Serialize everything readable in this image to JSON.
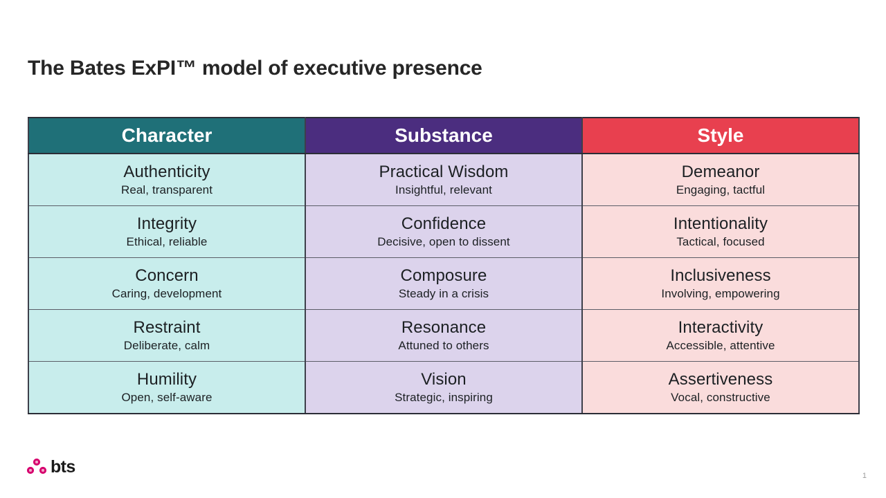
{
  "slide": {
    "title": "The Bates ExPI™ model of executive presence",
    "page_number": "1"
  },
  "table": {
    "columns": [
      {
        "key": "character",
        "header": "Character",
        "header_color": "#1F7078",
        "cell_color": "#C8EDEC"
      },
      {
        "key": "substance",
        "header": "Substance",
        "header_color": "#4B2D7F",
        "cell_color": "#DCD3EC"
      },
      {
        "key": "style",
        "header": "Style",
        "header_color": "#E8404F",
        "cell_color": "#FADCDC"
      }
    ],
    "rows": [
      {
        "character": {
          "term": "Authenticity",
          "desc": "Real, transparent"
        },
        "substance": {
          "term": "Practical Wisdom",
          "desc": "Insightful,  relevant"
        },
        "style": {
          "term": "Demeanor",
          "desc": "Engaging, tactful"
        }
      },
      {
        "character": {
          "term": "Integrity",
          "desc": "Ethical, reliable"
        },
        "substance": {
          "term": "Confidence",
          "desc": "Decisive, open to dissent"
        },
        "style": {
          "term": "Intentionality",
          "desc": "Tactical, focused"
        }
      },
      {
        "character": {
          "term": "Concern",
          "desc": "Caring, development"
        },
        "substance": {
          "term": "Composure",
          "desc": "Steady  in a crisis"
        },
        "style": {
          "term": "Inclusiveness",
          "desc": "Involving,  empowering"
        }
      },
      {
        "character": {
          "term": "Restraint",
          "desc": "Deliberate, calm"
        },
        "substance": {
          "term": "Resonance",
          "desc": "Attuned  to others"
        },
        "style": {
          "term": "Interactivity",
          "desc": "Accessible, attentive"
        }
      },
      {
        "character": {
          "term": "Humility",
          "desc": "Open, self-aware"
        },
        "substance": {
          "term": "Vision",
          "desc": "Strategic, inspiring"
        },
        "style": {
          "term": "Assertiveness",
          "desc": "Vocal, constructive"
        }
      }
    ]
  },
  "footer": {
    "logo_text": "bts",
    "logo_icon": "bts-three-dot-logo",
    "logo_color": "#D6006E"
  }
}
